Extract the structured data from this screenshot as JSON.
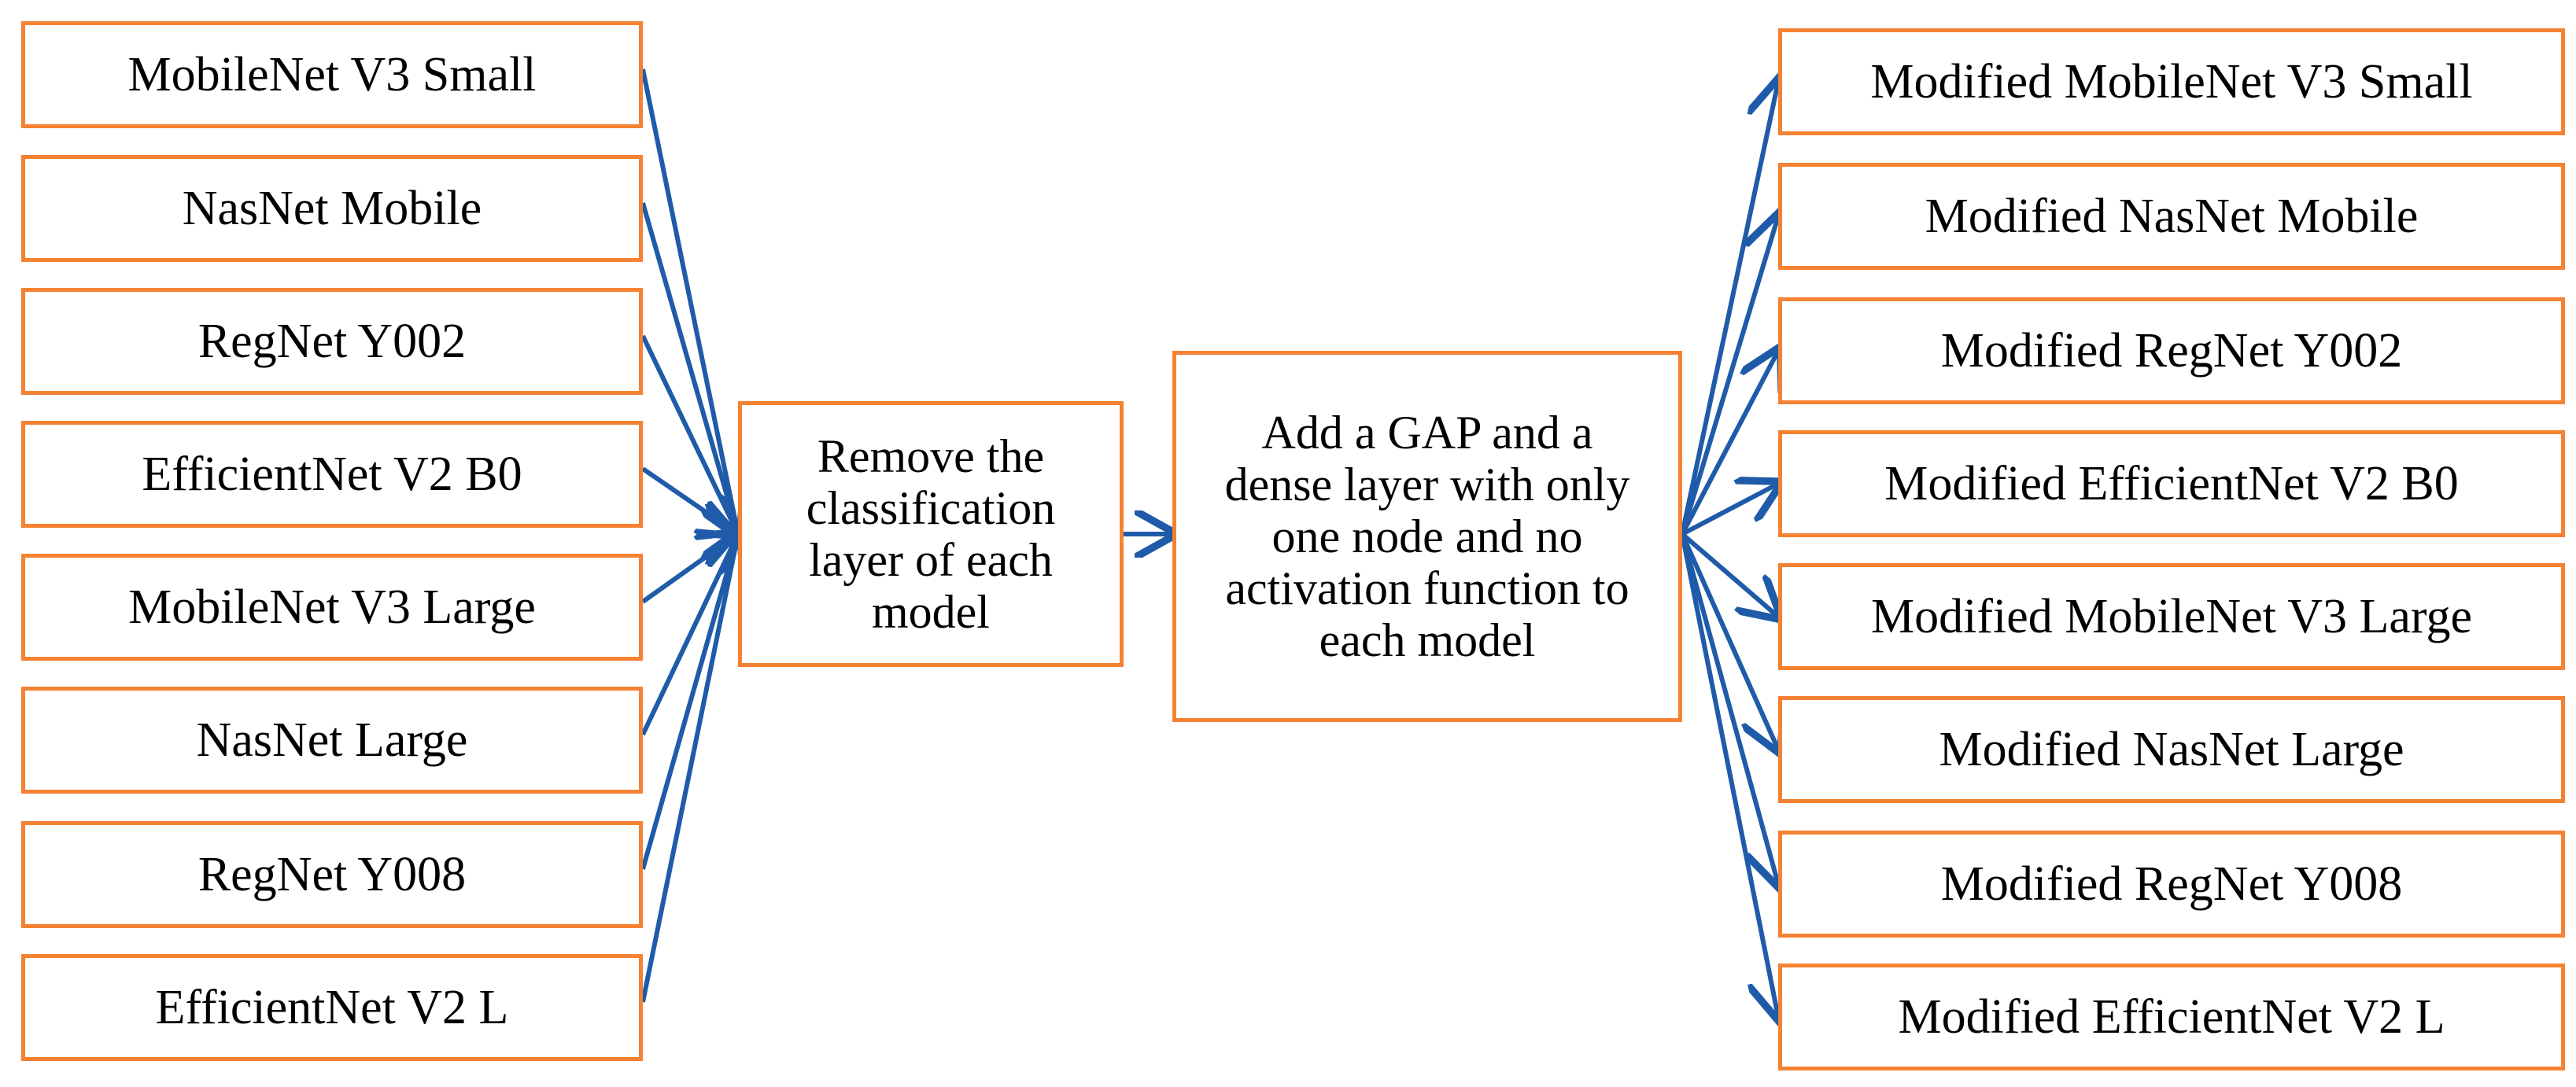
{
  "colors": {
    "box_border": "#f58232",
    "arrow": "#1f5ba8",
    "text": "#000000"
  },
  "input_models": [
    "MobileNet V3 Small",
    "NasNet Mobile",
    "RegNet Y002",
    "EfficientNet V2 B0",
    "MobileNet V3 Large",
    "NasNet Large",
    "RegNet Y008",
    "EfficientNet V2 L"
  ],
  "step_remove": "Remove the classification layer of each model",
  "step_add": "Add a GAP and a dense layer with only one node and no activation function to each model",
  "output_models": [
    "Modified MobileNet V3 Small",
    "Modified NasNet Mobile",
    "Modified RegNet Y002",
    "Modified EfficientNet V2 B0",
    "Modified MobileNet V3 Large",
    "Modified NasNet Large",
    "Modified RegNet Y008",
    "Modified EfficientNet V2 L"
  ]
}
